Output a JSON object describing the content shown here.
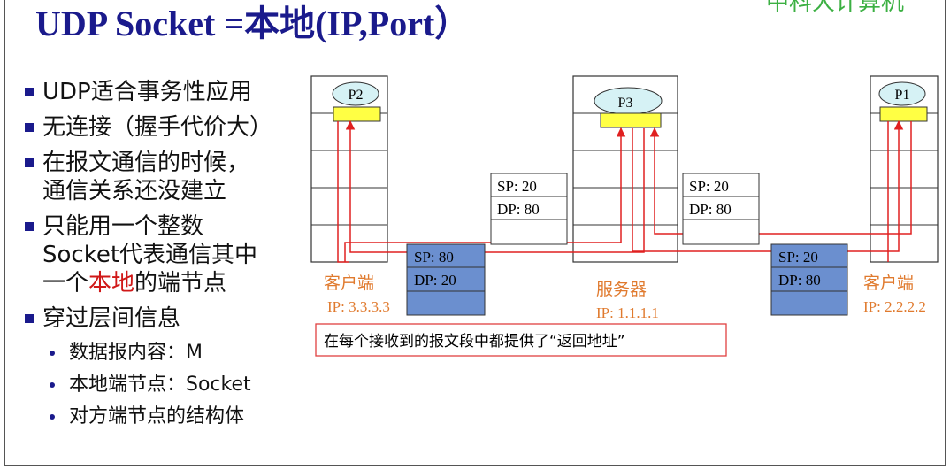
{
  "title": "UDP Socket =本地(IP,Port）",
  "corner_text": "中科大计算机",
  "bullets": [
    {
      "text": "UDP适合事务性应用"
    },
    {
      "text": "无连接（握手代价大）"
    },
    {
      "line1": "在报文通信的时候，",
      "line2": "通信关系还没建立"
    },
    {
      "line1": "只能用一个整数",
      "line2": "Socket代表通信其中",
      "line3_pre": "一个",
      "line3_hl": "本地",
      "line3_post": "的端节点"
    },
    {
      "text": "穿过层间信息"
    }
  ],
  "sub_bullets": [
    "数据报内容：M",
    "本地端节点：Socket",
    "对方端节点的结构体"
  ],
  "hosts": {
    "left": {
      "process": "P2",
      "role": "客户端",
      "ip": "IP: 3.3.3.3"
    },
    "middle": {
      "process": "P3",
      "role": "服务器",
      "ip": "IP: 1.1.1.1"
    },
    "right": {
      "process": "P1",
      "role": "客户端",
      "ip": "IP: 2.2.2.2"
    }
  },
  "segments": {
    "white_left": {
      "sp": "SP: 20",
      "dp": "DP: 80"
    },
    "white_right": {
      "sp": "SP: 20",
      "dp": "DP: 80"
    },
    "blue_left": {
      "sp": "SP: 80",
      "dp": "DP: 20"
    },
    "blue_right": {
      "sp": "SP: 20",
      "dp": "DP: 80"
    }
  },
  "note": "在每个接收到的报文段中都提供了“返回地址”",
  "colors": {
    "title": "#1a1a8c",
    "arrow": "#e02020",
    "blue_box": "#6b8fcf",
    "socket_yellow": "#ffff44",
    "label_orange": "#e07a2e",
    "note_border": "#e04040"
  }
}
